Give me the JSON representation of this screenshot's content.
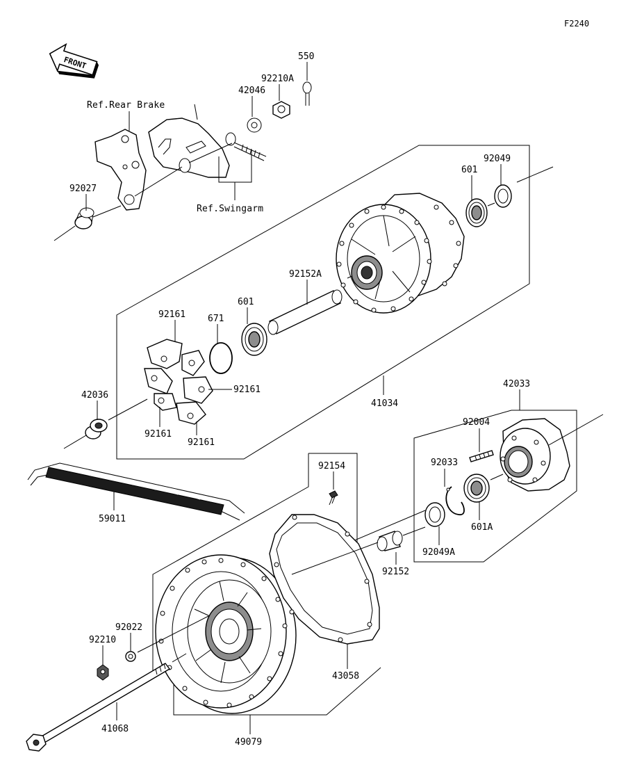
{
  "figure_code": "F2240",
  "front_label": "FRONT",
  "refs": {
    "rear_brake": "Ref.Rear Brake",
    "swingarm": "Ref.Swingarm"
  },
  "callouts": {
    "p550": "550",
    "p92210A": "92210A",
    "p42046": "42046",
    "p92027": "92027",
    "p92049_top": "92049",
    "p601_top": "601",
    "p92152A": "92152A",
    "p92161_a": "92161",
    "p671": "671",
    "p601_mid": "601",
    "p42036": "42036",
    "p92161_b": "92161",
    "p92161_c": "92161",
    "p92161_d": "92161",
    "p41034": "41034",
    "p42033": "42033",
    "p92004": "92004",
    "p92033": "92033",
    "p92154": "92154",
    "p59011": "59011",
    "p601A": "601A",
    "p92049A": "92049A",
    "p92152": "92152",
    "p92022": "92022",
    "p92210": "92210",
    "p43058": "43058",
    "p41068": "41068",
    "p49079": "49079"
  }
}
